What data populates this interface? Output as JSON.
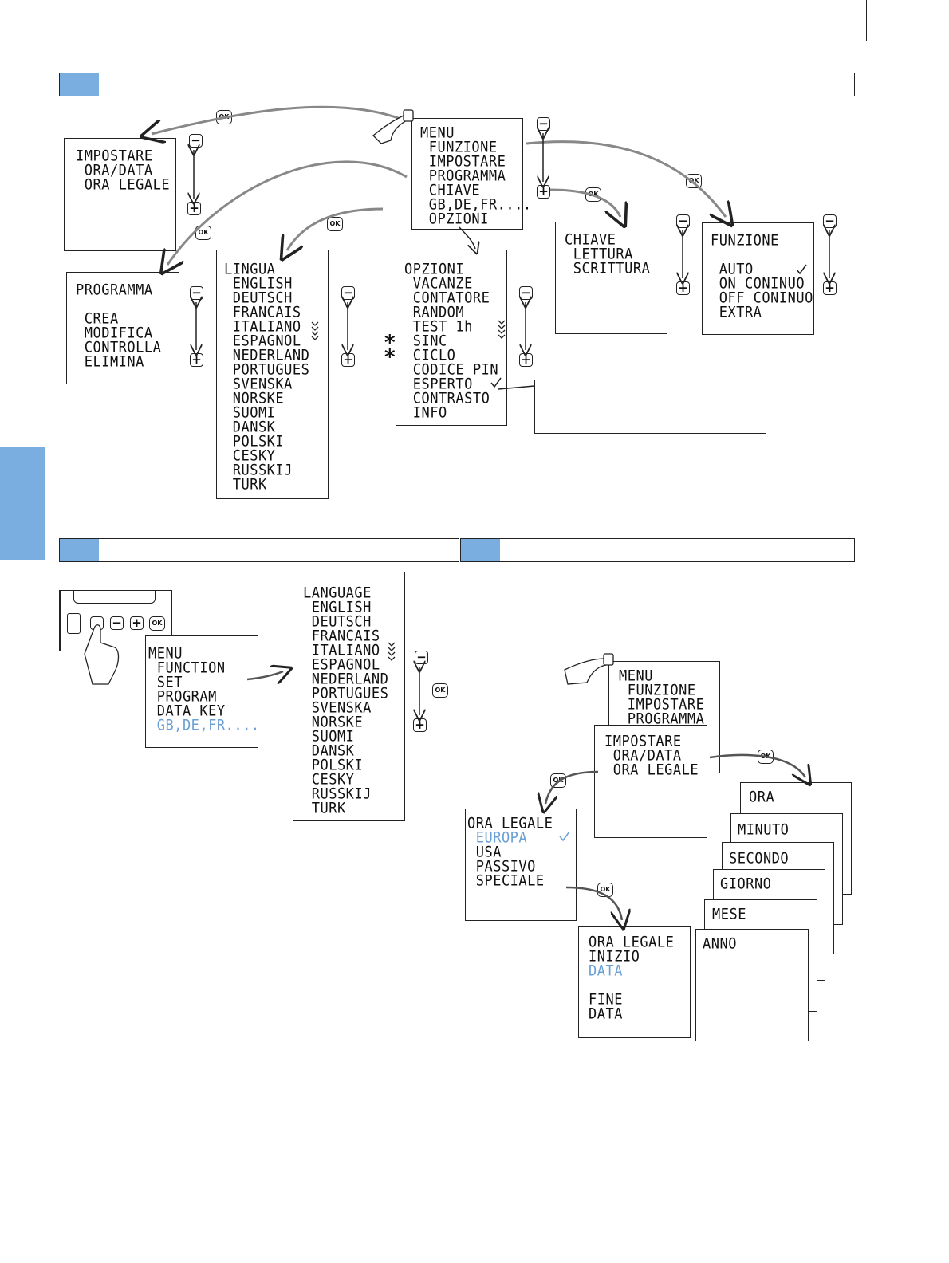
{
  "colors": {
    "accent": "#7aaee0",
    "highlight": "#6aa0d4",
    "line": "#222222"
  },
  "buttons": {
    "minus": "−",
    "plus": "+",
    "ok": "OK"
  },
  "icons": [
    "hand-pointer-icon",
    "menu-button-icon",
    "device-icon",
    "check-icon",
    "arrow-icon"
  ],
  "diagram1": {
    "main_menu": [
      "MENU",
      " FUNZIONE",
      " IMPOSTARE",
      " PROGRAMMA",
      " CHIAVE",
      " GB,DE,FR....",
      " OPZIONI"
    ],
    "impostare": [
      "IMPOSTARE",
      " ORA/DATA",
      " ORA LEGALE"
    ],
    "programma": [
      "PROGRAMMA",
      "",
      " CREA",
      " MODIFICA",
      " CONTROLLA",
      " ELIMINA"
    ],
    "lingua": [
      "LINGUA",
      " ENGLISH",
      " DEUTSCH",
      " FRANCAIS",
      " ITALIANO",
      " ESPAGNOL",
      " NEDERLAND",
      " PORTUGUES",
      " SVENSKA",
      " NORSKE",
      " SUOMI",
      " DANSK",
      " POLSKI",
      " CESKY",
      " RUSSKIJ",
      " TURK"
    ],
    "opzioni": [
      "OPZIONI",
      " VACANZE",
      " CONTATORE",
      " RANDOM",
      " TEST 1h",
      " SINC",
      " CICLO",
      " CODICE PIN",
      " ESPERTO",
      " CONTRASTO",
      " INFO"
    ],
    "chiave": [
      "CHIAVE",
      " LETTURA",
      " SCRITTURA"
    ],
    "funzione": [
      "FUNZIONE",
      "",
      " AUTO",
      " ON CONINUO",
      " OFF CONINUO",
      " EXTRA"
    ],
    "stars": [
      "*",
      "*"
    ]
  },
  "diagram2": {
    "menu": [
      "MENU",
      " FUNCTION",
      " SET",
      " PROGRAM",
      " DATA KEY"
    ],
    "menu_highlight": " GB,DE,FR....",
    "language": [
      "LANGUAGE",
      " ENGLISH",
      " DEUTSCH",
      " FRANCAIS",
      " ITALIANO",
      " ESPAGNOL",
      " NEDERLAND",
      " PORTUGUES",
      " SVENSKA",
      " NORSKE",
      " SUOMI",
      " DANSK",
      " POLSKI",
      " CESKY",
      " RUSSKIJ",
      " TURK"
    ]
  },
  "diagram3": {
    "menu": [
      "MENU",
      " FUNZIONE",
      " IMPOSTARE",
      " PROGRAMMA"
    ],
    "impostare": [
      "IMPOSTARE",
      " ORA/DATA",
      " ORA LEGALE"
    ],
    "ora_legale_title": "ORA LEGALE",
    "ora_legale_highlight": " EUROPA",
    "ora_legale_rest": [
      " USA",
      " PASSIVO",
      " SPECIALE"
    ],
    "inizio": [
      "ORA LEGALE",
      "INIZIO"
    ],
    "inizio_highlight": "DATA",
    "fine": [
      "FINE",
      "DATA"
    ],
    "stack": [
      "ORA",
      "MINUTO",
      "SECONDO",
      "GIORNO",
      "MESE",
      "ANNO"
    ]
  }
}
